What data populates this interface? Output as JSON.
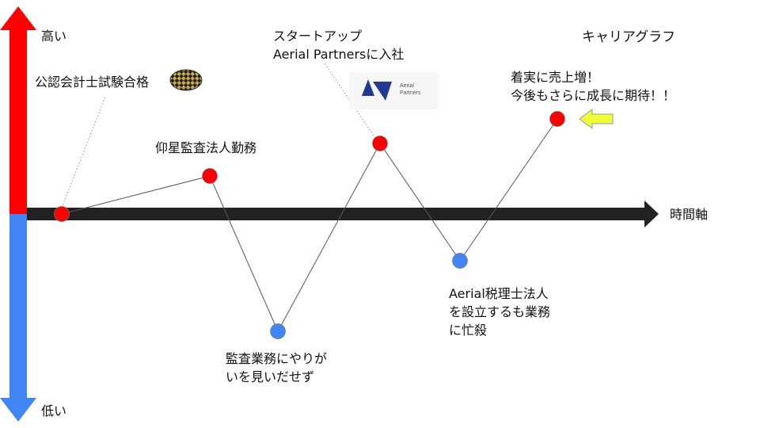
{
  "title": "キャリアグラフ",
  "axis": {
    "high": "高い",
    "low": "低い",
    "time": "時間軸"
  },
  "colors": {
    "positive": "#ff0000",
    "negative": "#4285f4",
    "axis": "#222222",
    "callout_arrow": "#eeff33"
  },
  "events": [
    {
      "label_lines": [
        "公認会計士試験合格"
      ],
      "level": "positive"
    },
    {
      "label_lines": [
        "仰星監査法人勤務"
      ],
      "level": "positive"
    },
    {
      "label_lines": [
        "監査業務にやりが",
        "いを見いだせず"
      ],
      "level": "negative"
    },
    {
      "label_lines": [
        "スタートアップ",
        "Aerial Partnersに入社"
      ],
      "level": "positive"
    },
    {
      "label_lines": [
        "Aerial税理士法人",
        "を設立するも業務",
        "に忙殺"
      ],
      "level": "negative"
    },
    {
      "label_lines": [
        "着実に売上増！",
        "今後もさらに成長に期待！！"
      ],
      "level": "positive"
    }
  ],
  "logo": {
    "text_lines": [
      "Aerial",
      "Partners"
    ]
  }
}
